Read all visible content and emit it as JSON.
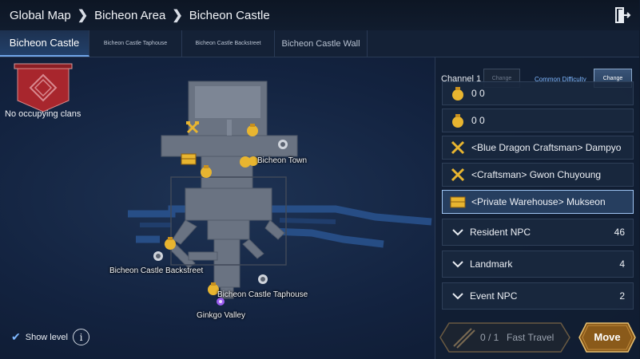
{
  "breadcrumb": [
    "Global Map",
    "Bicheon Area",
    "Bicheon Castle"
  ],
  "tabs": [
    {
      "label": "Bicheon Castle",
      "active": true
    },
    {
      "label": "Bicheon Castle Taphouse",
      "active": false
    },
    {
      "label": "Bicheon Castle Backstreet",
      "active": false
    },
    {
      "label": "Bicheon Castle Wall",
      "active": false
    }
  ],
  "clan": {
    "status_text": "No occupying clans"
  },
  "map": {
    "labels": {
      "town": "Bicheon Town",
      "backstreet": "Bicheon Castle Backstreet",
      "taphouse": "Bicheon Castle Taphouse",
      "ginkgo": "Ginkgo Valley"
    }
  },
  "show_level": {
    "label": "Show level",
    "checked": true
  },
  "panel": {
    "channel_label": "Channel 1",
    "channel_change_label": "Change",
    "difficulty_label": "Common Difficulty",
    "difficulty_change_label": "Change",
    "rows": [
      {
        "icon": "money-bag-icon",
        "text": "0 0"
      },
      {
        "icon": "money-bag-icon",
        "text": "0 0"
      },
      {
        "icon": "crossed-hammers-icon",
        "text": "<Blue Dragon Craftsman> Dampyo"
      },
      {
        "icon": "crossed-hammers-icon",
        "text": "<Craftsman> Gwon Chuyoung"
      },
      {
        "icon": "warehouse-chest-icon",
        "text": "<Private Warehouse> Mukseon",
        "selected": true
      }
    ],
    "sections": [
      {
        "label": "Resident NPC",
        "count": "46"
      },
      {
        "label": "Landmark",
        "count": "4"
      },
      {
        "label": "Event NPC",
        "count": "2"
      }
    ]
  },
  "fast_travel": {
    "count": "0 / 1",
    "label": "Fast Travel"
  },
  "move": {
    "label": "Move"
  },
  "colors": {
    "accent": "#7fb8ff",
    "gold": "#e8b530",
    "banner_red": "#a8262d"
  }
}
